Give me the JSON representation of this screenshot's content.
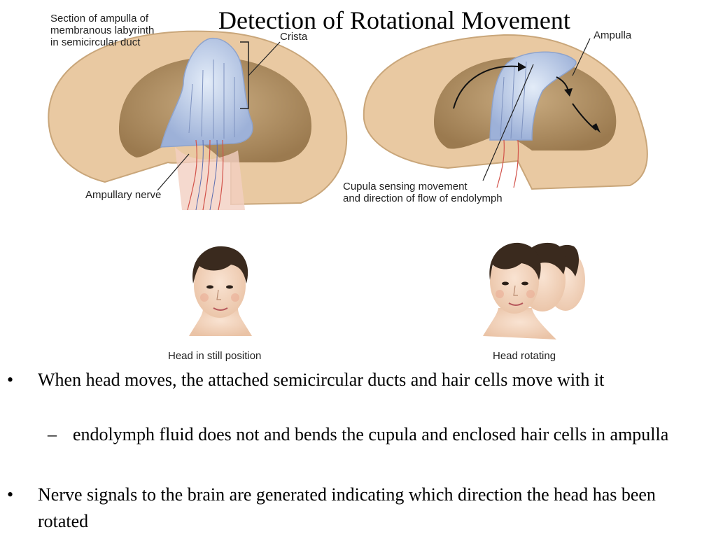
{
  "title": "Detection of Rotational Movement",
  "labels": {
    "section": "Section of ampulla of\nmembranous labyrinth\nin semicircular duct",
    "crista": "Crista",
    "ampulla": "Ampulla",
    "ampullary_nerve": "Ampullary nerve",
    "cupula": "Cupula sensing movement\nand direction of flow of endolymph",
    "head_still": "Head in still position",
    "head_rotating": "Head rotating"
  },
  "bullets": {
    "bullet_mark": "•",
    "dash_mark": "–",
    "b1": "When head moves, the attached semicircular ducts and hair cells move with it",
    "b2": "endolymph fluid does not and bends the cupula and enclosed hair cells in ampulla",
    "b3": "Nerve signals to the brain are generated indicating which direction the head has been rotated"
  },
  "colors": {
    "duct_outer": "#e9c9a2",
    "duct_inner": "#b89a6f",
    "cupula": "#b9c9e6",
    "nerve_red": "#d2524a",
    "skin": "#f4d6bf",
    "hair": "#3a2a1e"
  }
}
